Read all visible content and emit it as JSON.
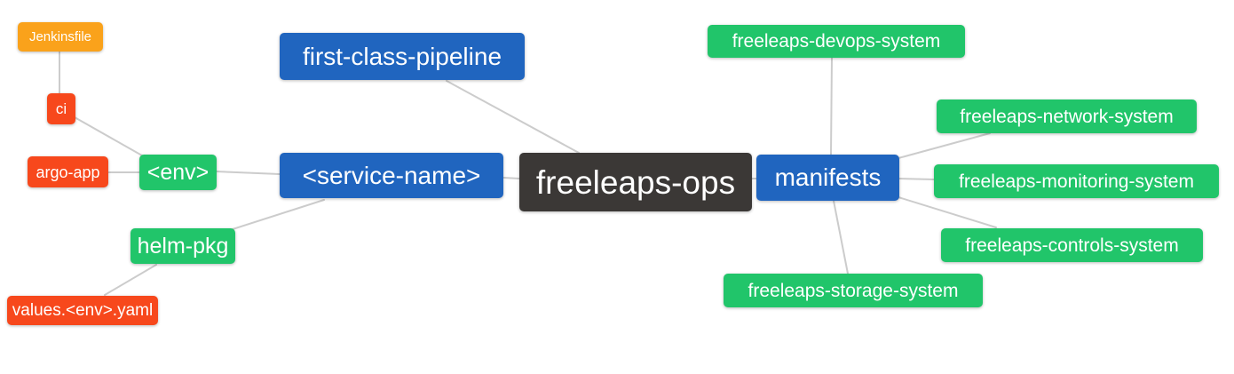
{
  "diagram": {
    "title": "freeleaps-ops mind map",
    "root_label": "freeleaps-ops",
    "colors": {
      "orange": "#faa21b",
      "red": "#f7481c",
      "green": "#21c56a",
      "blue": "#2065bf",
      "dark": "#3b3836",
      "edge": "#cccccc",
      "text": "#ffffff",
      "background": "#ffffff"
    },
    "nodes": [
      {
        "id": "jenkinsfile",
        "label": "Jenkinsfile",
        "color": "#faa21b"
      },
      {
        "id": "ci",
        "label": "ci",
        "color": "#f7481c"
      },
      {
        "id": "argo-app",
        "label": "argo-app",
        "color": "#f7481c"
      },
      {
        "id": "env",
        "label": "<env>",
        "color": "#21c56a"
      },
      {
        "id": "helm-pkg",
        "label": "helm-pkg",
        "color": "#21c56a"
      },
      {
        "id": "values-env-yaml",
        "label": "values.<env>.yaml",
        "color": "#f7481c"
      },
      {
        "id": "first-class-pipeline",
        "label": "first-class-pipeline",
        "color": "#2065bf"
      },
      {
        "id": "service-name",
        "label": "<service-name>",
        "color": "#2065bf"
      },
      {
        "id": "freeleaps-ops",
        "label": "freeleaps-ops",
        "color": "#3b3836"
      },
      {
        "id": "manifests",
        "label": "manifests",
        "color": "#2065bf"
      },
      {
        "id": "freeleaps-devops-system",
        "label": "freeleaps-devops-system",
        "color": "#21c56a"
      },
      {
        "id": "freeleaps-network-system",
        "label": "freeleaps-network-system",
        "color": "#21c56a"
      },
      {
        "id": "freeleaps-monitoring-system",
        "label": "freeleaps-monitoring-system",
        "color": "#21c56a"
      },
      {
        "id": "freeleaps-controls-system",
        "label": "freeleaps-controls-system",
        "color": "#21c56a"
      },
      {
        "id": "freeleaps-storage-system",
        "label": "freeleaps-storage-system",
        "color": "#21c56a"
      }
    ],
    "edges": [
      {
        "from": "jenkinsfile",
        "to": "ci"
      },
      {
        "from": "ci",
        "to": "env"
      },
      {
        "from": "argo-app",
        "to": "env"
      },
      {
        "from": "env",
        "to": "service-name"
      },
      {
        "from": "helm-pkg",
        "to": "service-name"
      },
      {
        "from": "values-env-yaml",
        "to": "helm-pkg"
      },
      {
        "from": "first-class-pipeline",
        "to": "freeleaps-ops"
      },
      {
        "from": "service-name",
        "to": "freeleaps-ops"
      },
      {
        "from": "freeleaps-ops",
        "to": "manifests"
      },
      {
        "from": "manifests",
        "to": "freeleaps-devops-system"
      },
      {
        "from": "manifests",
        "to": "freeleaps-network-system"
      },
      {
        "from": "manifests",
        "to": "freeleaps-monitoring-system"
      },
      {
        "from": "manifests",
        "to": "freeleaps-controls-system"
      },
      {
        "from": "manifests",
        "to": "freeleaps-storage-system"
      }
    ]
  }
}
